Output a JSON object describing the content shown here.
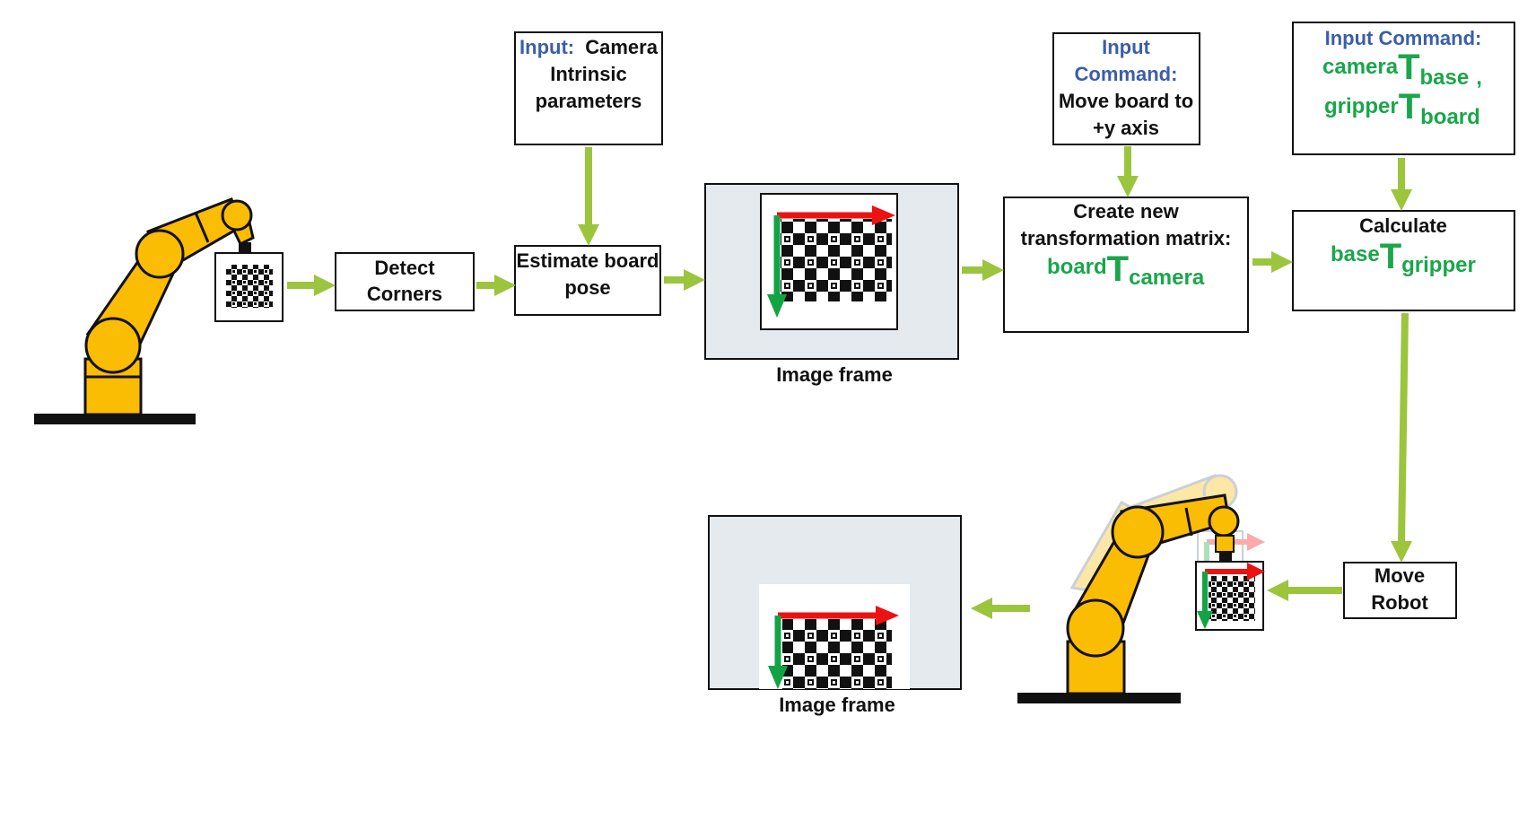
{
  "nodes": {
    "detect": {
      "line1": "Detect",
      "line2": "Corners"
    },
    "estimate": {
      "line1": "Estimate board",
      "line2": "pose"
    },
    "camera_input": {
      "prefix": "Input:",
      "line1": "Camera",
      "line2": "Intrinsic",
      "line3": "parameters"
    },
    "move_input": {
      "line1": "Input",
      "line2": "Command:",
      "line3": "Move board to",
      "line4": "+y axis"
    },
    "create_matrix": {
      "line1": "Create new",
      "line2": "transformation matrix:",
      "sup": "board",
      "big": "T",
      "sub": "camera"
    },
    "cmd_input": {
      "title": "Input Command:",
      "a_sup": "camera",
      "a_big": "T",
      "a_sub": "base",
      "a_tail": ",",
      "b_sup": "gripper",
      "b_big": "T",
      "b_sub": "board"
    },
    "calculate": {
      "line1": "Calculate",
      "sup": "base",
      "big": "T",
      "sub": "gripper"
    },
    "move_robot": {
      "line1": "Move",
      "line2": "Robot"
    }
  },
  "captions": {
    "top_image": "Image frame",
    "bottom_image": "Image frame"
  },
  "colors": {
    "arrow": "#9bc53d",
    "robot": "#fbbc04",
    "title_blue": "#3b5fa6",
    "math_green": "#1aa64a",
    "x_axis": "#ee1111",
    "y_axis": "#12a345",
    "frame_bg": "#e4eaee"
  }
}
